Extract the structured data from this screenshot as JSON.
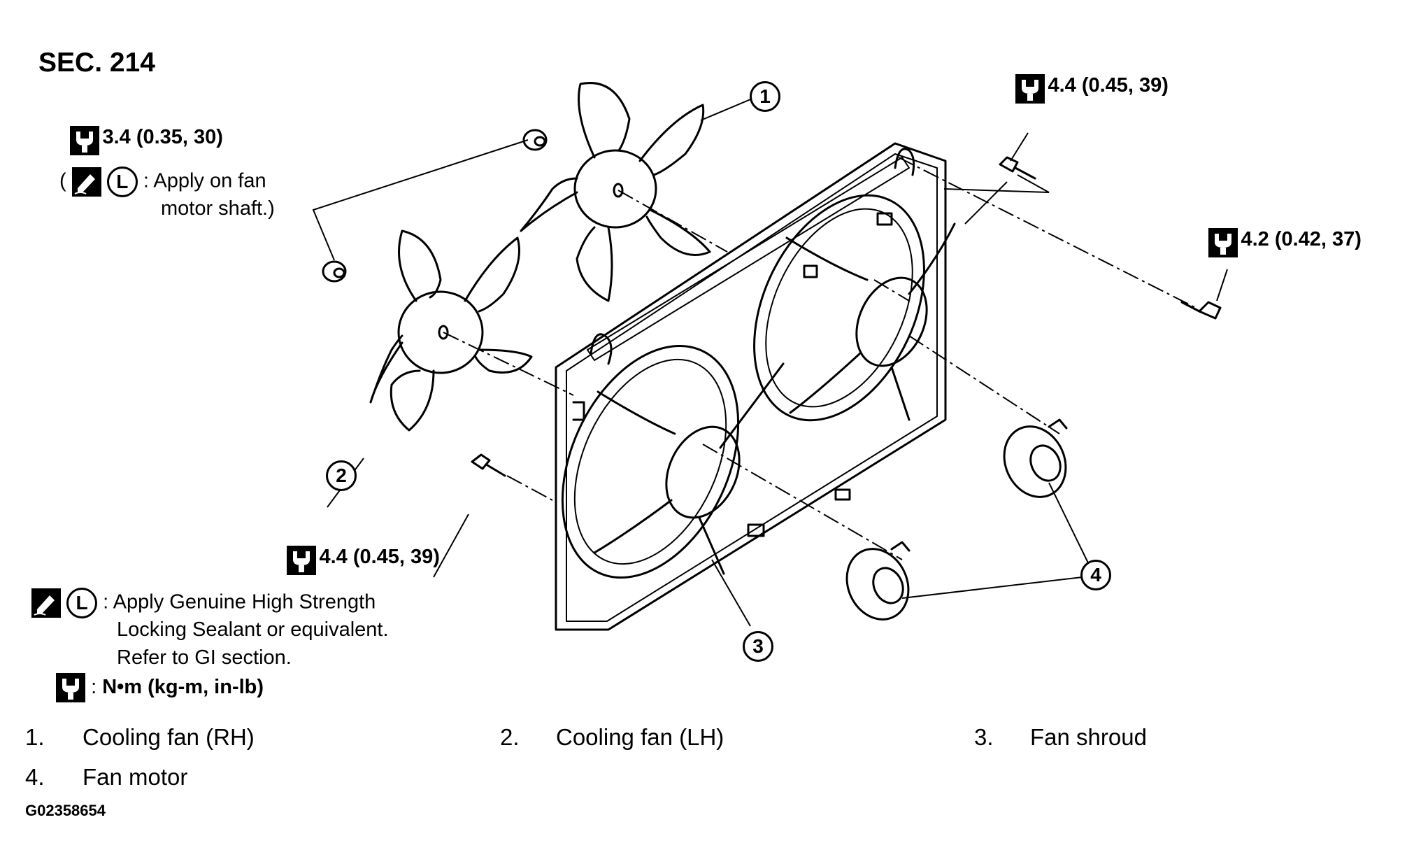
{
  "section": "SEC. 214",
  "torques": {
    "t1": "3.4 (0.35, 30)",
    "t2": "4.4 (0.45, 39)",
    "t3": "4.2 (0.42, 37)",
    "t4": "4.4 (0.45, 39)"
  },
  "note_shaft": {
    "open": "(",
    "colon": ":",
    "line1": "Apply on fan",
    "line2": "motor shaft.)"
  },
  "sealant_note": {
    "colon": ":",
    "line1": "Apply Genuine High Strength",
    "line2": "Locking Sealant or equivalent.",
    "line3": "Refer to GI section."
  },
  "units_note": {
    "colon": ":",
    "text": "N•m (kg-m, in-lb)"
  },
  "callouts": [
    "1",
    "2",
    "3",
    "4"
  ],
  "legend": [
    {
      "num": "1.",
      "label": "Cooling fan (RH)"
    },
    {
      "num": "2.",
      "label": "Cooling fan (LH)"
    },
    {
      "num": "3.",
      "label": "Fan shroud"
    },
    {
      "num": "4.",
      "label": "Fan motor"
    }
  ],
  "figure_code": "G02358654",
  "icons": [
    "torque-wrench-icon",
    "sealant-applicator-icon",
    "locking-sealant-l-icon"
  ]
}
